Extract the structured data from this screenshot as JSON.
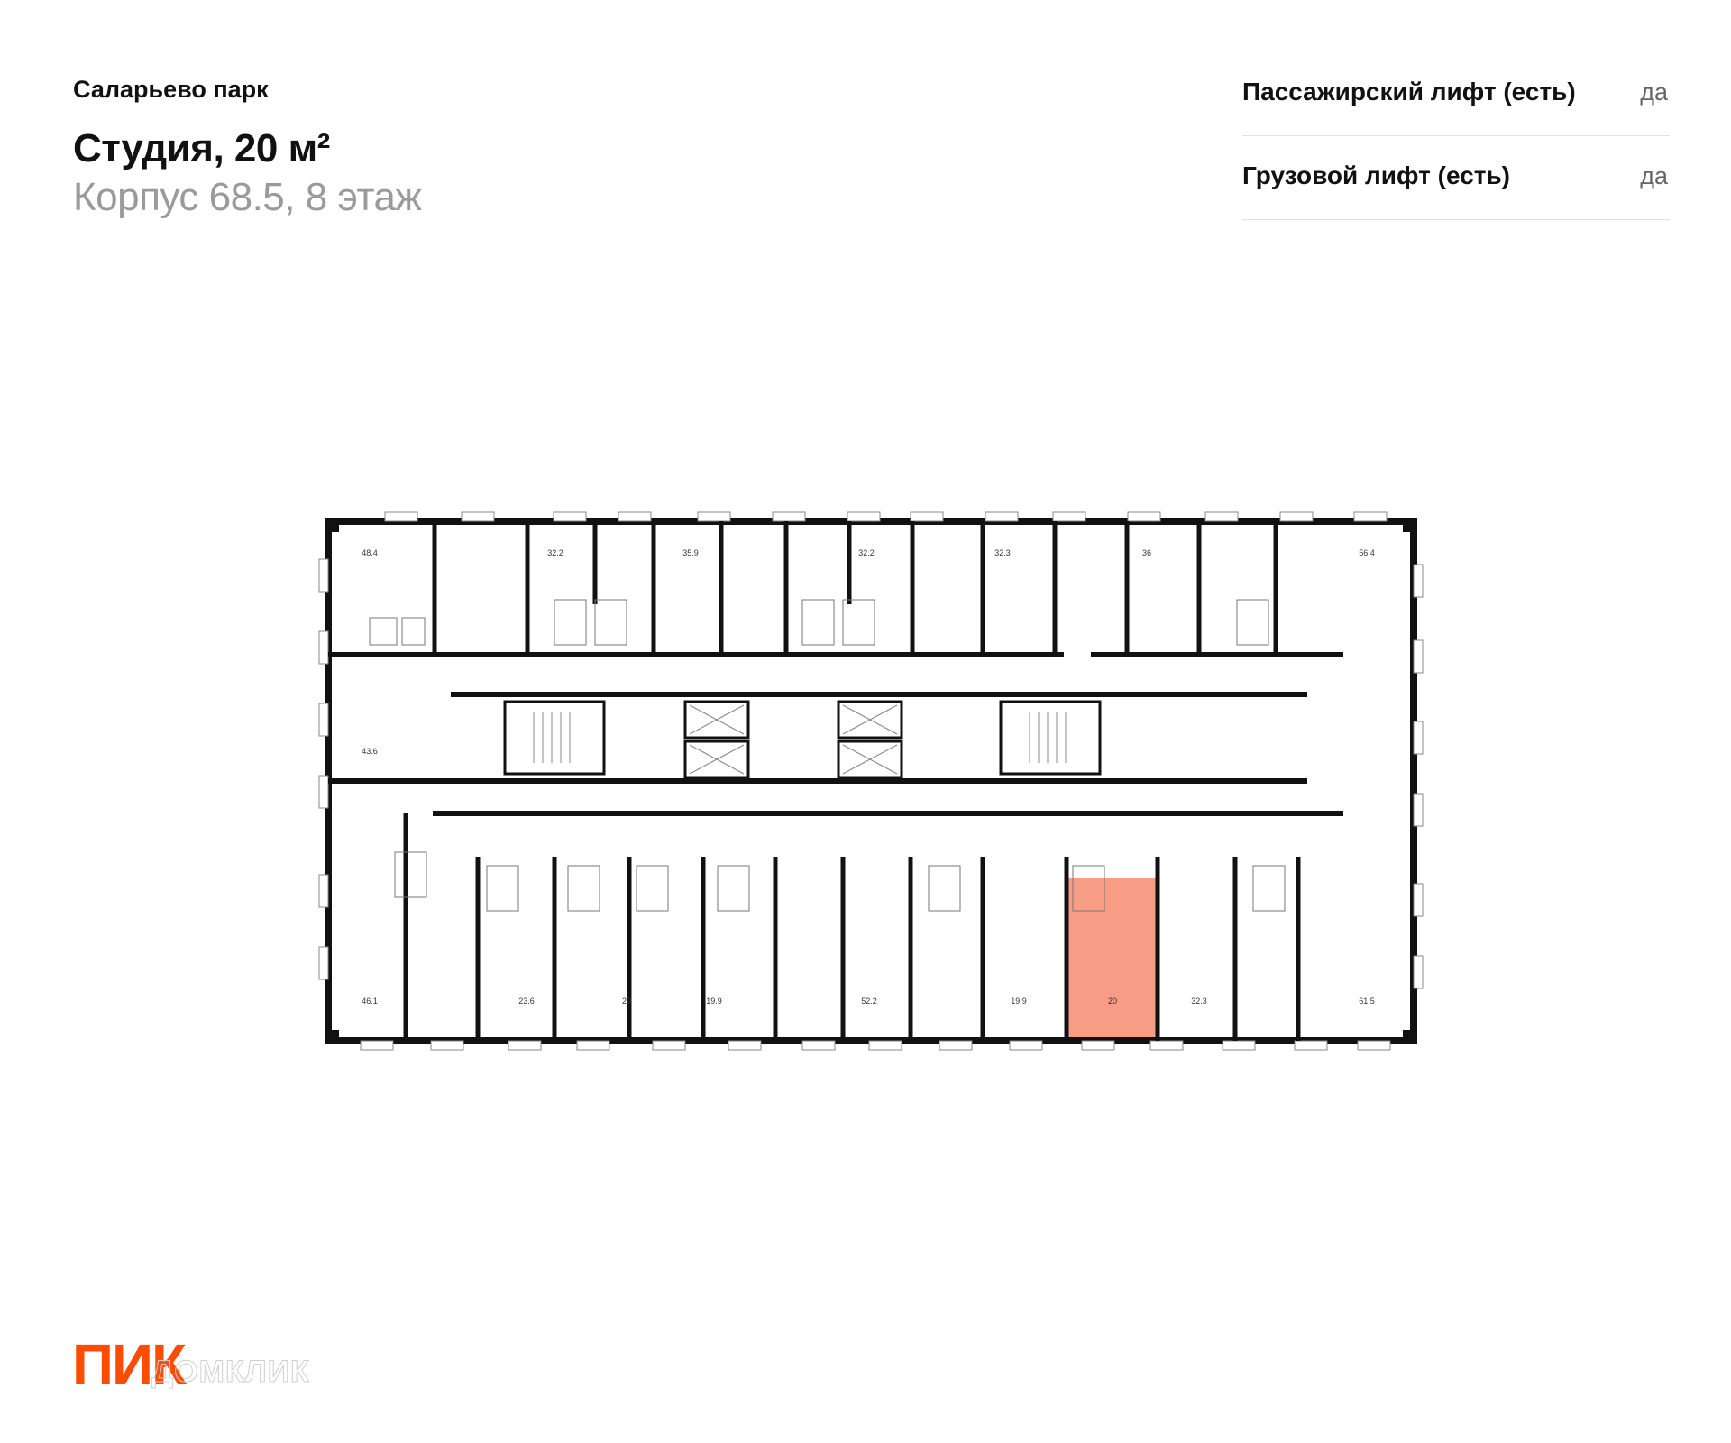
{
  "header": {
    "project": "Саларьево парк",
    "title": "Студия, 20 м²",
    "subtitle": "Корпус 68.5, 8 этаж"
  },
  "specs": [
    {
      "label": "Пассажирский лифт (есть)",
      "value": "да"
    },
    {
      "label": "Грузовой лифт (есть)",
      "value": "да"
    }
  ],
  "floorplan": {
    "highlight_color": "#f47c5e",
    "selected_unit": "20",
    "units_top": [
      "48.4",
      "32.2",
      "35.9",
      "32.2",
      "32.3",
      "36",
      "56.4"
    ],
    "units_left": [
      "43.6"
    ],
    "units_bottom": [
      "46.1",
      "23.6",
      "20",
      "19.9",
      "52.2",
      "19.9",
      "20",
      "32.3",
      "61.5"
    ]
  },
  "brand": {
    "logo": "ПИК",
    "watermark": "ДОМКЛИК",
    "logo_color": "#fc4c02"
  }
}
